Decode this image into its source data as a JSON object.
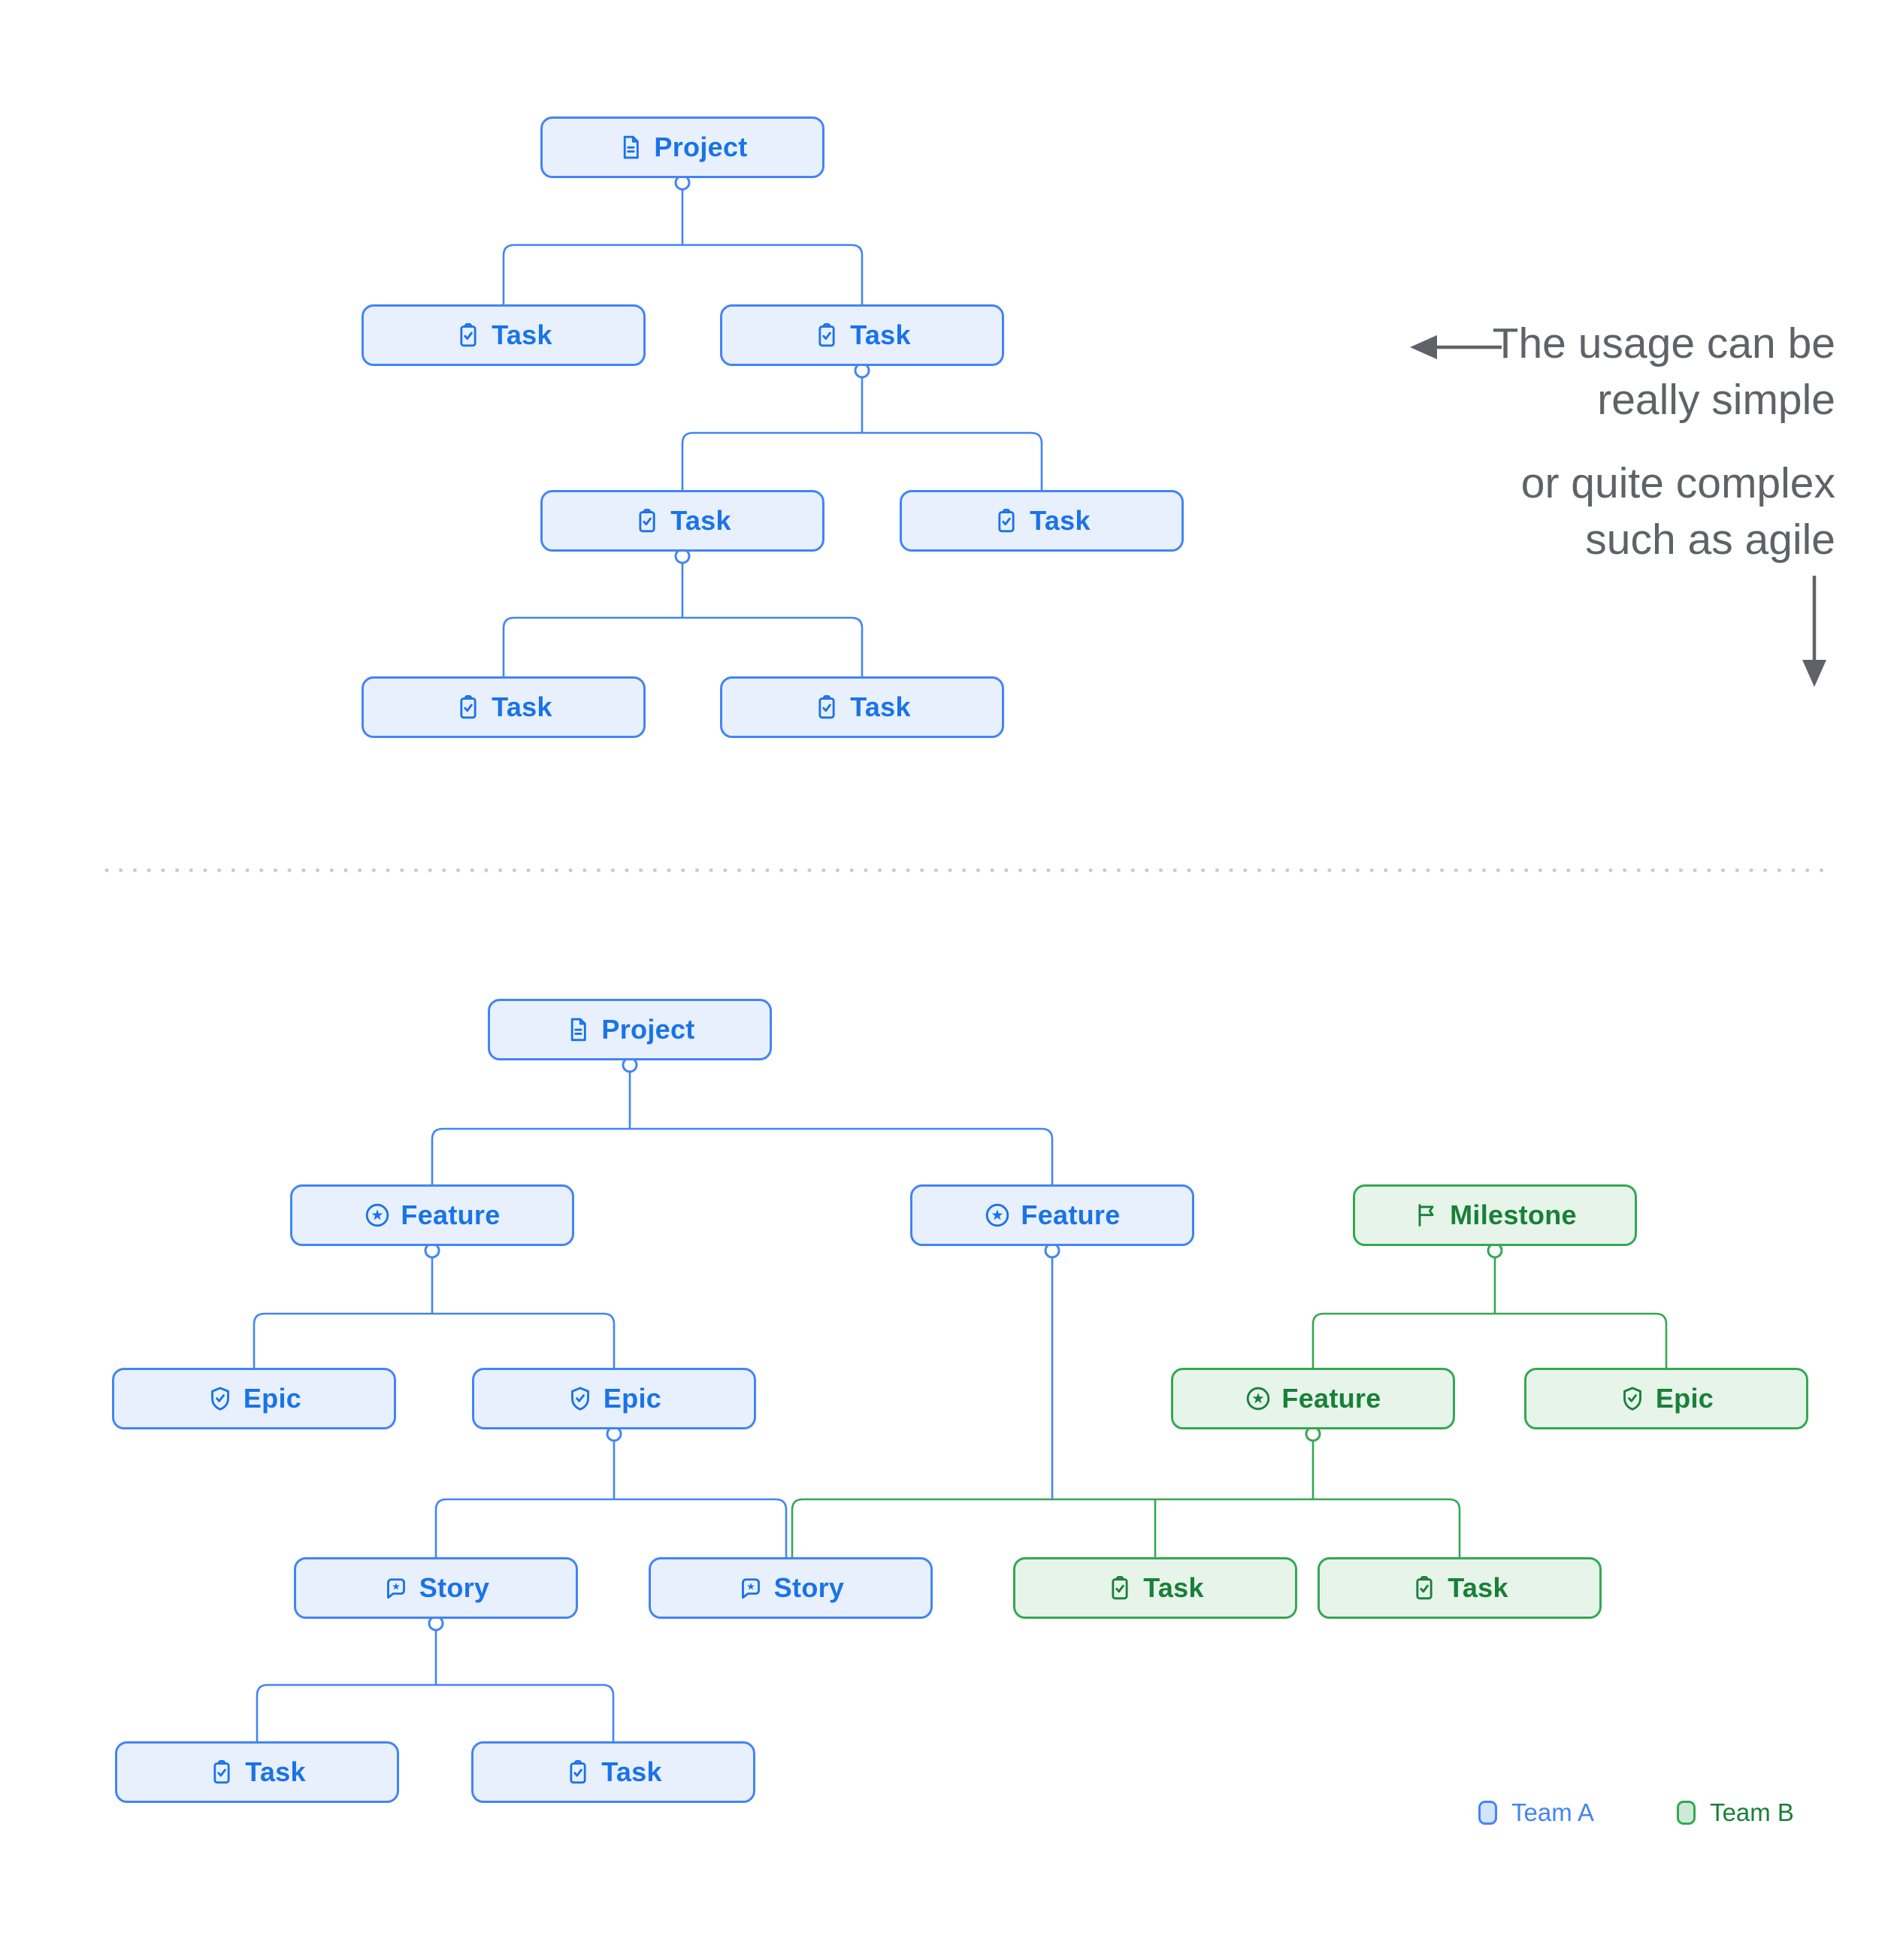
{
  "colors": {
    "background": "#FFFFFF",
    "team_a_border": "#4285F4",
    "team_a_fill": "#E8F0FE",
    "team_a_text": "#1A73E8",
    "team_b_border": "#34A853",
    "team_b_fill": "#E6F4EA",
    "team_b_text": "#188038",
    "annotation_text": "#5F6368",
    "divider": "#C8CBCF",
    "legend_a_fill": "#D2E3FC",
    "legend_b_fill": "#CEEAD6"
  },
  "annotation": {
    "line1": "The usage can be",
    "line2": "really simple",
    "line3": "or quite complex",
    "line4": "such as agile"
  },
  "legend": {
    "team_a": "Team A",
    "team_b": "Team B"
  },
  "simple_diagram": {
    "nodes": [
      {
        "id": "simple-project",
        "label": "Project",
        "icon": "document",
        "team": "a"
      },
      {
        "id": "simple-task-1",
        "label": "Task",
        "icon": "task",
        "team": "a"
      },
      {
        "id": "simple-task-2",
        "label": "Task",
        "icon": "task",
        "team": "a"
      },
      {
        "id": "simple-task-3",
        "label": "Task",
        "icon": "task",
        "team": "a"
      },
      {
        "id": "simple-task-4",
        "label": "Task",
        "icon": "task",
        "team": "a"
      },
      {
        "id": "simple-task-5",
        "label": "Task",
        "icon": "task",
        "team": "a"
      },
      {
        "id": "simple-task-6",
        "label": "Task",
        "icon": "task",
        "team": "a"
      }
    ],
    "edges": [
      {
        "from": "simple-project",
        "to": "simple-task-1"
      },
      {
        "from": "simple-project",
        "to": "simple-task-2"
      },
      {
        "from": "simple-task-2",
        "to": "simple-task-3"
      },
      {
        "from": "simple-task-2",
        "to": "simple-task-4"
      },
      {
        "from": "simple-task-3",
        "to": "simple-task-5"
      },
      {
        "from": "simple-task-3",
        "to": "simple-task-6"
      }
    ]
  },
  "complex_diagram": {
    "nodes": [
      {
        "id": "complex-project",
        "label": "Project",
        "icon": "document",
        "team": "a"
      },
      {
        "id": "feature-1",
        "label": "Feature",
        "icon": "feature",
        "team": "a"
      },
      {
        "id": "feature-2",
        "label": "Feature",
        "icon": "feature",
        "team": "a"
      },
      {
        "id": "milestone",
        "label": "Milestone",
        "icon": "flag",
        "team": "b"
      },
      {
        "id": "epic-1",
        "label": "Epic",
        "icon": "epic",
        "team": "a"
      },
      {
        "id": "epic-2",
        "label": "Epic",
        "icon": "epic",
        "team": "a"
      },
      {
        "id": "feature-3",
        "label": "Feature",
        "icon": "feature",
        "team": "b"
      },
      {
        "id": "epic-3",
        "label": "Epic",
        "icon": "epic",
        "team": "b"
      },
      {
        "id": "story-1",
        "label": "Story",
        "icon": "story",
        "team": "a"
      },
      {
        "id": "story-2",
        "label": "Story",
        "icon": "story",
        "team": "a"
      },
      {
        "id": "task-green-1",
        "label": "Task",
        "icon": "task",
        "team": "b"
      },
      {
        "id": "task-green-2",
        "label": "Task",
        "icon": "task",
        "team": "b"
      },
      {
        "id": "task-blue-1",
        "label": "Task",
        "icon": "task",
        "team": "a"
      },
      {
        "id": "task-blue-2",
        "label": "Task",
        "icon": "task",
        "team": "a"
      }
    ],
    "edges": [
      {
        "from": "complex-project",
        "to": "feature-1"
      },
      {
        "from": "complex-project",
        "to": "feature-2"
      },
      {
        "from": "feature-1",
        "to": "epic-1"
      },
      {
        "from": "feature-1",
        "to": "epic-2"
      },
      {
        "from": "milestone",
        "to": "feature-3"
      },
      {
        "from": "milestone",
        "to": "epic-3"
      },
      {
        "from": "epic-2",
        "to": "story-1"
      },
      {
        "from": "epic-2",
        "to": "story-2"
      },
      {
        "from": "feature-2",
        "to": "story-2"
      },
      {
        "from": "feature-3",
        "to": "story-2"
      },
      {
        "from": "feature-3",
        "to": "task-green-1"
      },
      {
        "from": "feature-3",
        "to": "task-green-2"
      },
      {
        "from": "story-1",
        "to": "task-blue-1"
      },
      {
        "from": "story-1",
        "to": "task-blue-2"
      }
    ]
  }
}
